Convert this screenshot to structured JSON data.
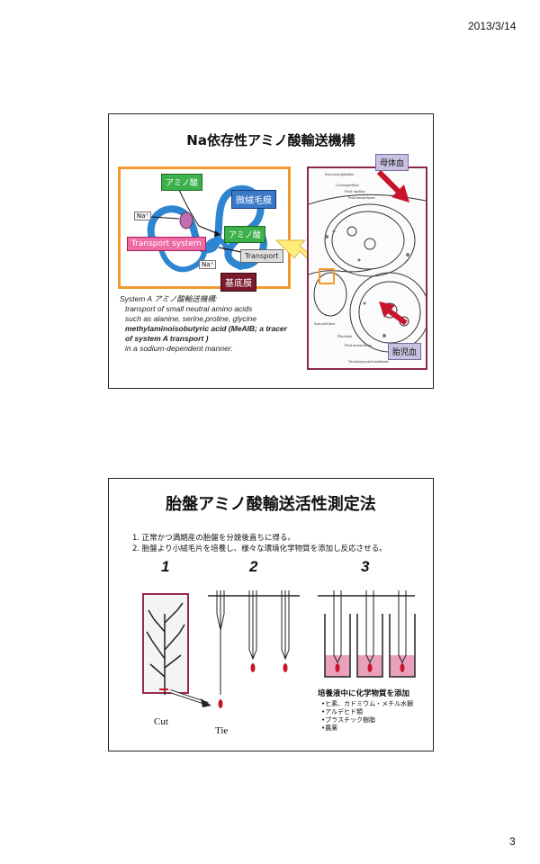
{
  "header": {
    "date": "2013/3/14"
  },
  "footer": {
    "page_number": "3"
  },
  "slide1": {
    "title": "Na依存性アミノ酸輸送機構",
    "labels": {
      "amino1": "アミノ酸",
      "microvilli": "微絨毛膜",
      "na_top": "Na⁺",
      "amino2": "アミノ酸",
      "transport_system": "Transport system",
      "transport_box": "Transport",
      "na_bottom": "Na⁺",
      "basement": "基底膜",
      "maternal": "母体血",
      "fetal": "胎児血"
    },
    "anatomy": {
      "syncytiotrophoblast": "Syncytiotrophoblast",
      "cytotrophoblast": "Cytotrophoblast",
      "fetal_capillary": "Fetal capillary",
      "fetal_mesenchyme": "Fetal mesenchyme",
      "syncytial_knot": "Syncytial knot",
      "fibroblast": "Fibroblast",
      "fetal_mesenchyme_2": "Fetal mesenchyme",
      "vasculosyncytial": "Vasculosyncytial membrane"
    },
    "description": {
      "line1": "System A アミノ酸輸送機構:",
      "line2": "transport of small neutral amino acids",
      "line3": "such as alanine, serine,proline, glycine",
      "line4": "methylaminoisobutyric acid (MeAIB; a tracer",
      "line5": "of system A transport )",
      "line6": "in a sodium-dependent manner."
    }
  },
  "slide2": {
    "title": "胎盤アミノ酸輸送活性測定法",
    "steps": [
      "1. 正常かつ満期産の胎盤を分娩後直ちに得る。",
      "2. 胎盤より小絨毛片を培養し、様々な環境化学物質を添加し反応させる。"
    ],
    "numbers": [
      "1",
      "2",
      "3"
    ],
    "captions": {
      "cut": "Cut",
      "tie": "Tie"
    },
    "addition_title": "培養液中に化学物質を添加",
    "chemicals": [
      "•ヒ素、カドミウム・メチル水銀",
      "•アルデヒド類",
      "•プラスチック樹脂",
      "•農薬"
    ]
  },
  "colors": {
    "orange_frame": "#f39a2e",
    "maroon_frame": "#8a2a4a",
    "membrane_blue": "#2f86d0",
    "arrow_red": "#c8142a",
    "arrow_yellow": "#ffec7a",
    "medium_pink": "#e8a0bc"
  }
}
